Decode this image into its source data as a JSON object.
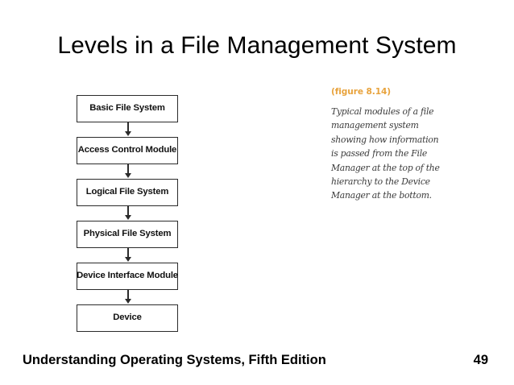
{
  "slide": {
    "title": "Levels in a File Management System"
  },
  "flowchart": {
    "nodes": [
      {
        "label": "Basic File System"
      },
      {
        "label": "Access Control Module"
      },
      {
        "label": "Logical File System"
      },
      {
        "label": "Physical File System"
      },
      {
        "label": "Device Interface Module"
      },
      {
        "label": "Device"
      }
    ],
    "arrow_icon": "down-arrow-icon"
  },
  "caption": {
    "heading": "(figure 8.14)",
    "heading_color": "#e8a33d",
    "lines": [
      "Typical modules of a file",
      "management system",
      "showing how information",
      "is passed from the File",
      "Manager at the top of the",
      "hierarchy to the Device",
      "Manager at the bottom."
    ]
  },
  "footer": {
    "book_title": "Understanding Operating Systems, Fifth Edition",
    "page_number": "49"
  }
}
